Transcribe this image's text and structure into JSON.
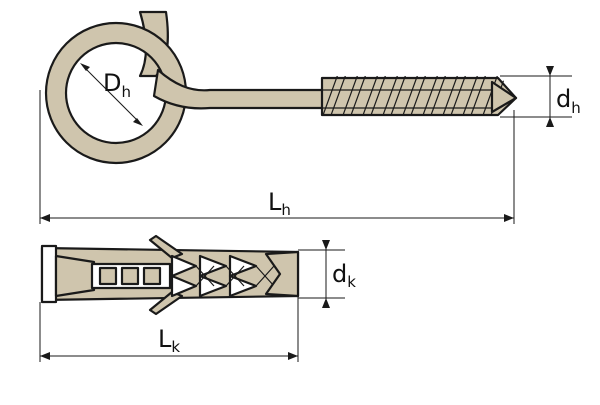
{
  "labels": {
    "eye_diameter": {
      "main": "D",
      "sub": "h"
    },
    "hook_diameter": {
      "main": "d",
      "sub": "h"
    },
    "hook_length": {
      "main": "L",
      "sub": "h"
    },
    "plug_diameter": {
      "main": "d",
      "sub": "k"
    },
    "plug_length": {
      "main": "L",
      "sub": "k"
    }
  },
  "colors": {
    "fill": "#cfc5ad",
    "line": "#1a1a1a",
    "background": "#ffffff"
  }
}
